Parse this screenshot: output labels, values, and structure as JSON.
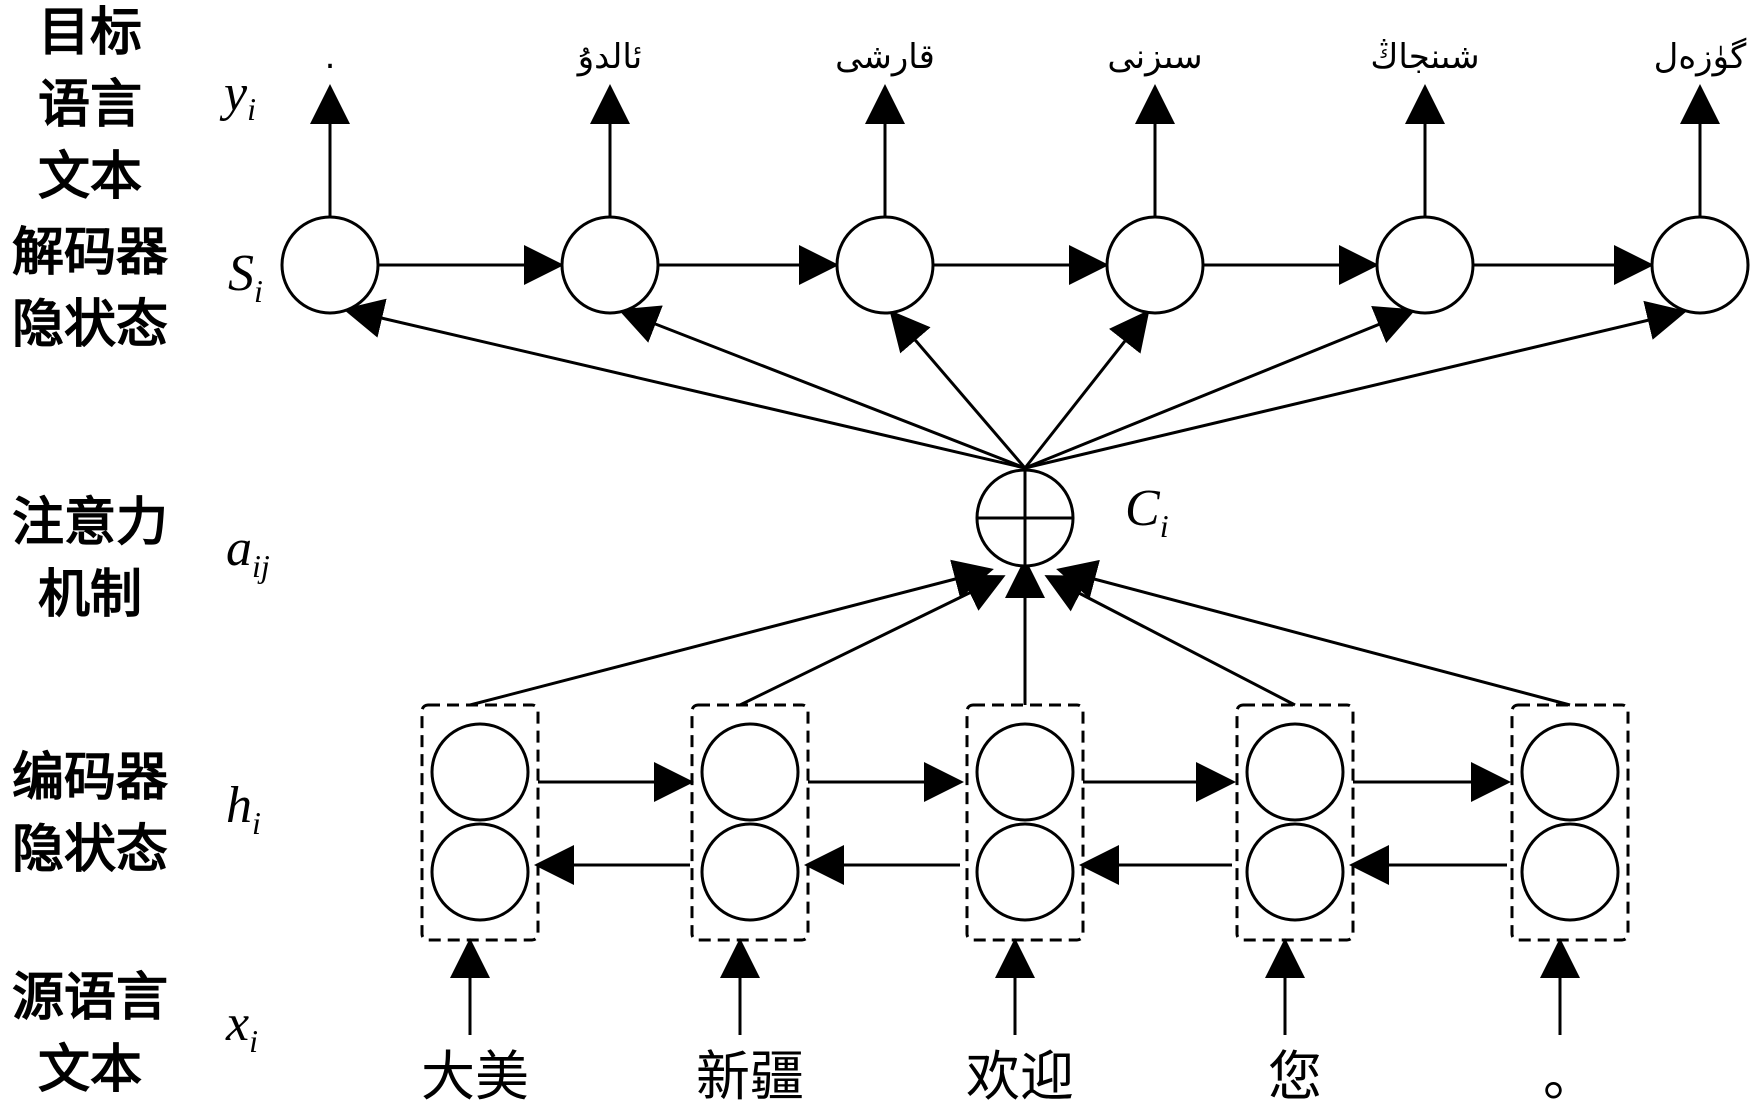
{
  "row_labels": {
    "target_text": [
      "目标",
      "语言",
      "文本"
    ],
    "decoder_state": [
      "解码器",
      "隐状态"
    ],
    "attention": [
      "注意力",
      "机制"
    ],
    "encoder_state": [
      "编码器",
      "隐状态"
    ],
    "source_text": [
      "源语言",
      "文本"
    ]
  },
  "variables": {
    "y": {
      "base": "y",
      "sub": "i"
    },
    "s": {
      "base": "S",
      "sub": "i"
    },
    "a": {
      "base": "a",
      "sub": "ij"
    },
    "h": {
      "base": "h",
      "sub": "i"
    },
    "x": {
      "base": "x",
      "sub": "i"
    },
    "c": {
      "base": "C",
      "sub": "i"
    }
  },
  "target_words": [
    ".",
    "ئالدۇ",
    "قارشى",
    "سىزنى",
    "شىنجاڭ",
    "گۈزەل"
  ],
  "source_words": [
    "大美",
    "新疆",
    "欢迎",
    "您",
    "。"
  ]
}
